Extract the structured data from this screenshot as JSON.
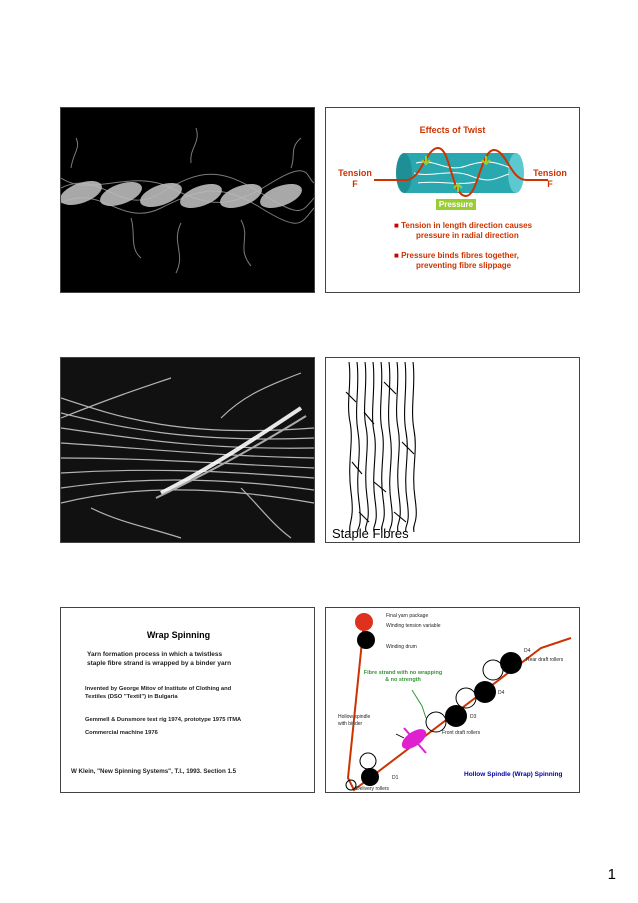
{
  "slide2": {
    "title": "Effects of Twist",
    "tension_left": "Tension",
    "tension_left_f": "F",
    "tension_right": "Tension",
    "tension_right_f": "F",
    "pressure_label": "Pressure",
    "bullet1_line1": "Tension in length direction causes",
    "bullet1_line2": "pressure in radial direction",
    "bullet2_line1": "Pressure binds fibres together,",
    "bullet2_line2": "preventing fibre slippage"
  },
  "slide4": {
    "caption": "Staple Fibres"
  },
  "slide5": {
    "title": "Wrap Spinning",
    "desc_line1": "Yarn formation process in which a twistless",
    "desc_line2": "staple fibre strand is wrapped by a binder yarn",
    "invented_line1": "Invented by George Mitov of Institute of Clothing and",
    "invented_line2": "Textiles (DSO \"Textil\") in Bulgaria",
    "gemmell": "Gemmell & Dunsmore test rig 1974, prototype 1975 ITMA",
    "commercial": "Commercial machine 1976",
    "reference": "W Klein, \"New Spinning Systems\", T.I., 1993. Section 1.5"
  },
  "slide6": {
    "final_package": "Final yarn package",
    "winding_tension": "Winding tension variable",
    "winding_drum": "Winding drum",
    "fibre_strand_line1": "Fibre strand with no wrapping",
    "fibre_strand_line2": "& no strength",
    "d4_top": "D4",
    "rear_rollers": "Rear draft rollers",
    "d4": "D4",
    "d3": "D3",
    "hollow_spindle_line1": "Hollow spindle",
    "hollow_spindle_line2": "with binder",
    "front_rollers": "Front draft rollers",
    "d1": "D1",
    "delivery": "Delivery rollers",
    "title": "Hollow Spindle (Wrap) Spinning"
  },
  "colors": {
    "strand_red": "#cc3300",
    "cylinder_teal": "#2aa8b0",
    "pressure_bg": "#9acd32",
    "bullet_red": "#cc0000",
    "title_red": "#cc3300",
    "green_text": "#339933",
    "blue_text": "#0000aa",
    "package_red": "#e0301e",
    "spindle_magenta": "#e020d0"
  },
  "page": {
    "number": "1"
  }
}
